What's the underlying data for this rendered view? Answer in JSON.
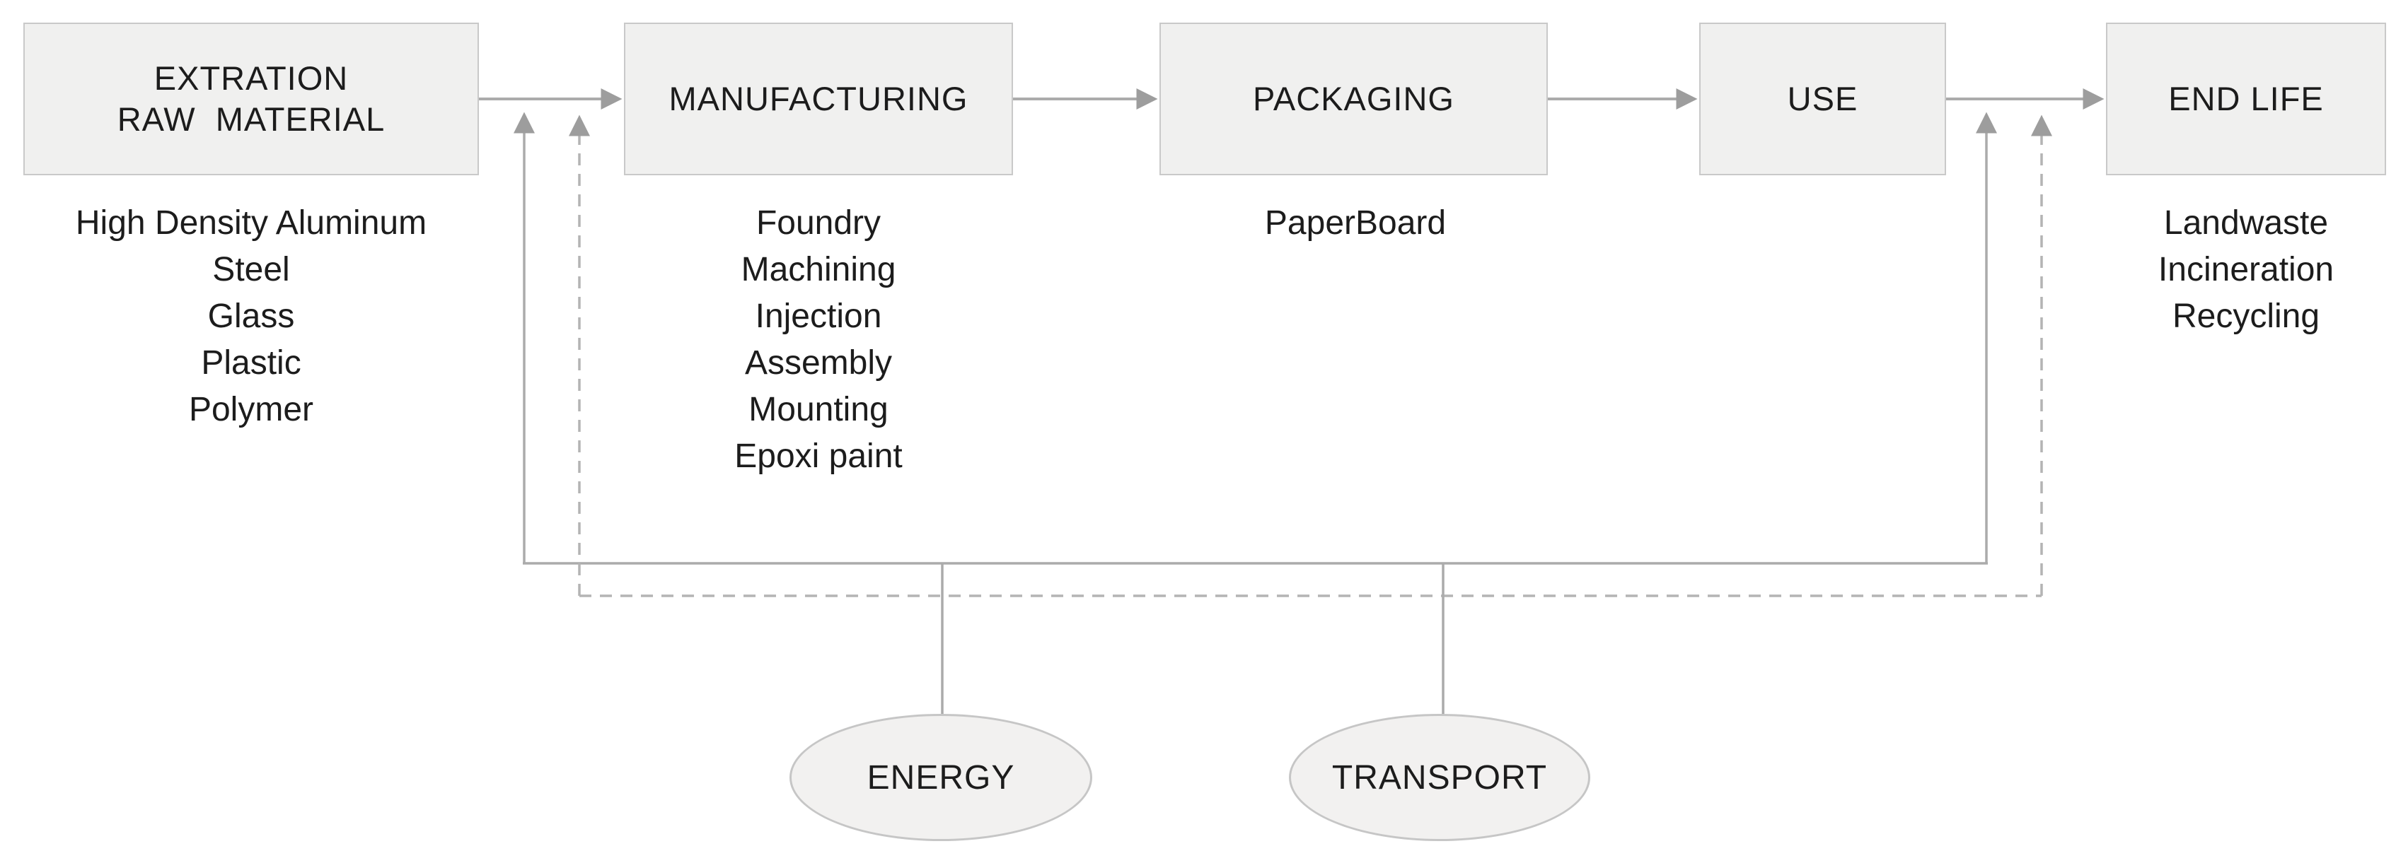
{
  "colors": {
    "box_fill": "#f0f0ef",
    "box_border": "#c9c9c9",
    "ellipse_fill": "#f2f1f0",
    "ellipse_border": "#c6c6c6",
    "line_color": "#ababab",
    "dashed_line_color": "#b4b4b4",
    "arrow_color": "#9d9d9d",
    "text_color": "#1c1c1c"
  },
  "stages": {
    "extraction": {
      "title_line1": "EXTRATION",
      "title_line2": "RAW  MATERIAL",
      "items": [
        "High Density Aluminum",
        "Steel",
        "Glass",
        "Plastic",
        "Polymer"
      ]
    },
    "manufacturing": {
      "title": "MANUFACTURING",
      "items": [
        "Foundry",
        "Machining",
        "Injection",
        "Assembly",
        "Mounting",
        "Epoxi paint"
      ]
    },
    "packaging": {
      "title": "PACKAGING",
      "items": [
        "PaperBoard"
      ]
    },
    "use": {
      "title": "USE",
      "items": []
    },
    "end_life": {
      "title": "END LIFE",
      "items": [
        "Landwaste",
        "Incineration",
        "Recycling"
      ]
    }
  },
  "resources": {
    "energy": {
      "title": "ENERGY"
    },
    "transport": {
      "title": "TRANSPORT"
    }
  }
}
